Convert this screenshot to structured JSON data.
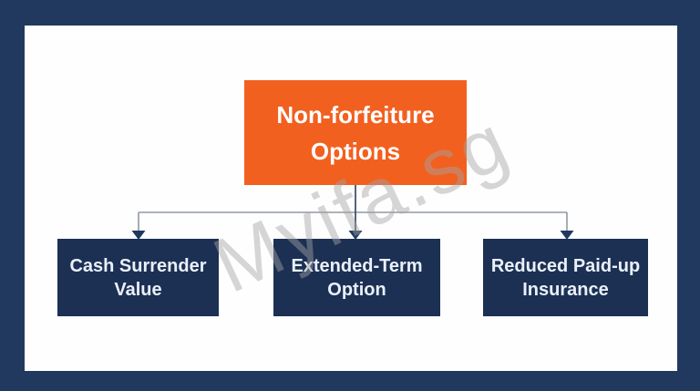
{
  "watermark": {
    "text": "Myifa.sg"
  },
  "colors": {
    "frame_navy": "#21395E",
    "child_box_navy": "#1C3054",
    "root_orange": "#F2601F",
    "connector_gray": "#9099A2",
    "stem_navy": "#41536F",
    "arrowhead_navy": "#1F395E",
    "root_text": "#FFFFFF",
    "child_text": "#EAF0F8",
    "canvas_background": "#FEFEFE"
  },
  "diagram": {
    "root": {
      "label": "Non-forfeiture Options",
      "lines": [
        "Non-forfeiture",
        "Options"
      ]
    },
    "children": [
      {
        "label": "Cash Surrender Value",
        "lines": [
          "Cash Surrender",
          "Value"
        ]
      },
      {
        "label": "Extended-Term Option",
        "lines": [
          "Extended-Term",
          "Option"
        ]
      },
      {
        "label": "Reduced Paid-up Insurance",
        "lines": [
          "Reduced Paid-up",
          "Insurance"
        ]
      }
    ]
  }
}
